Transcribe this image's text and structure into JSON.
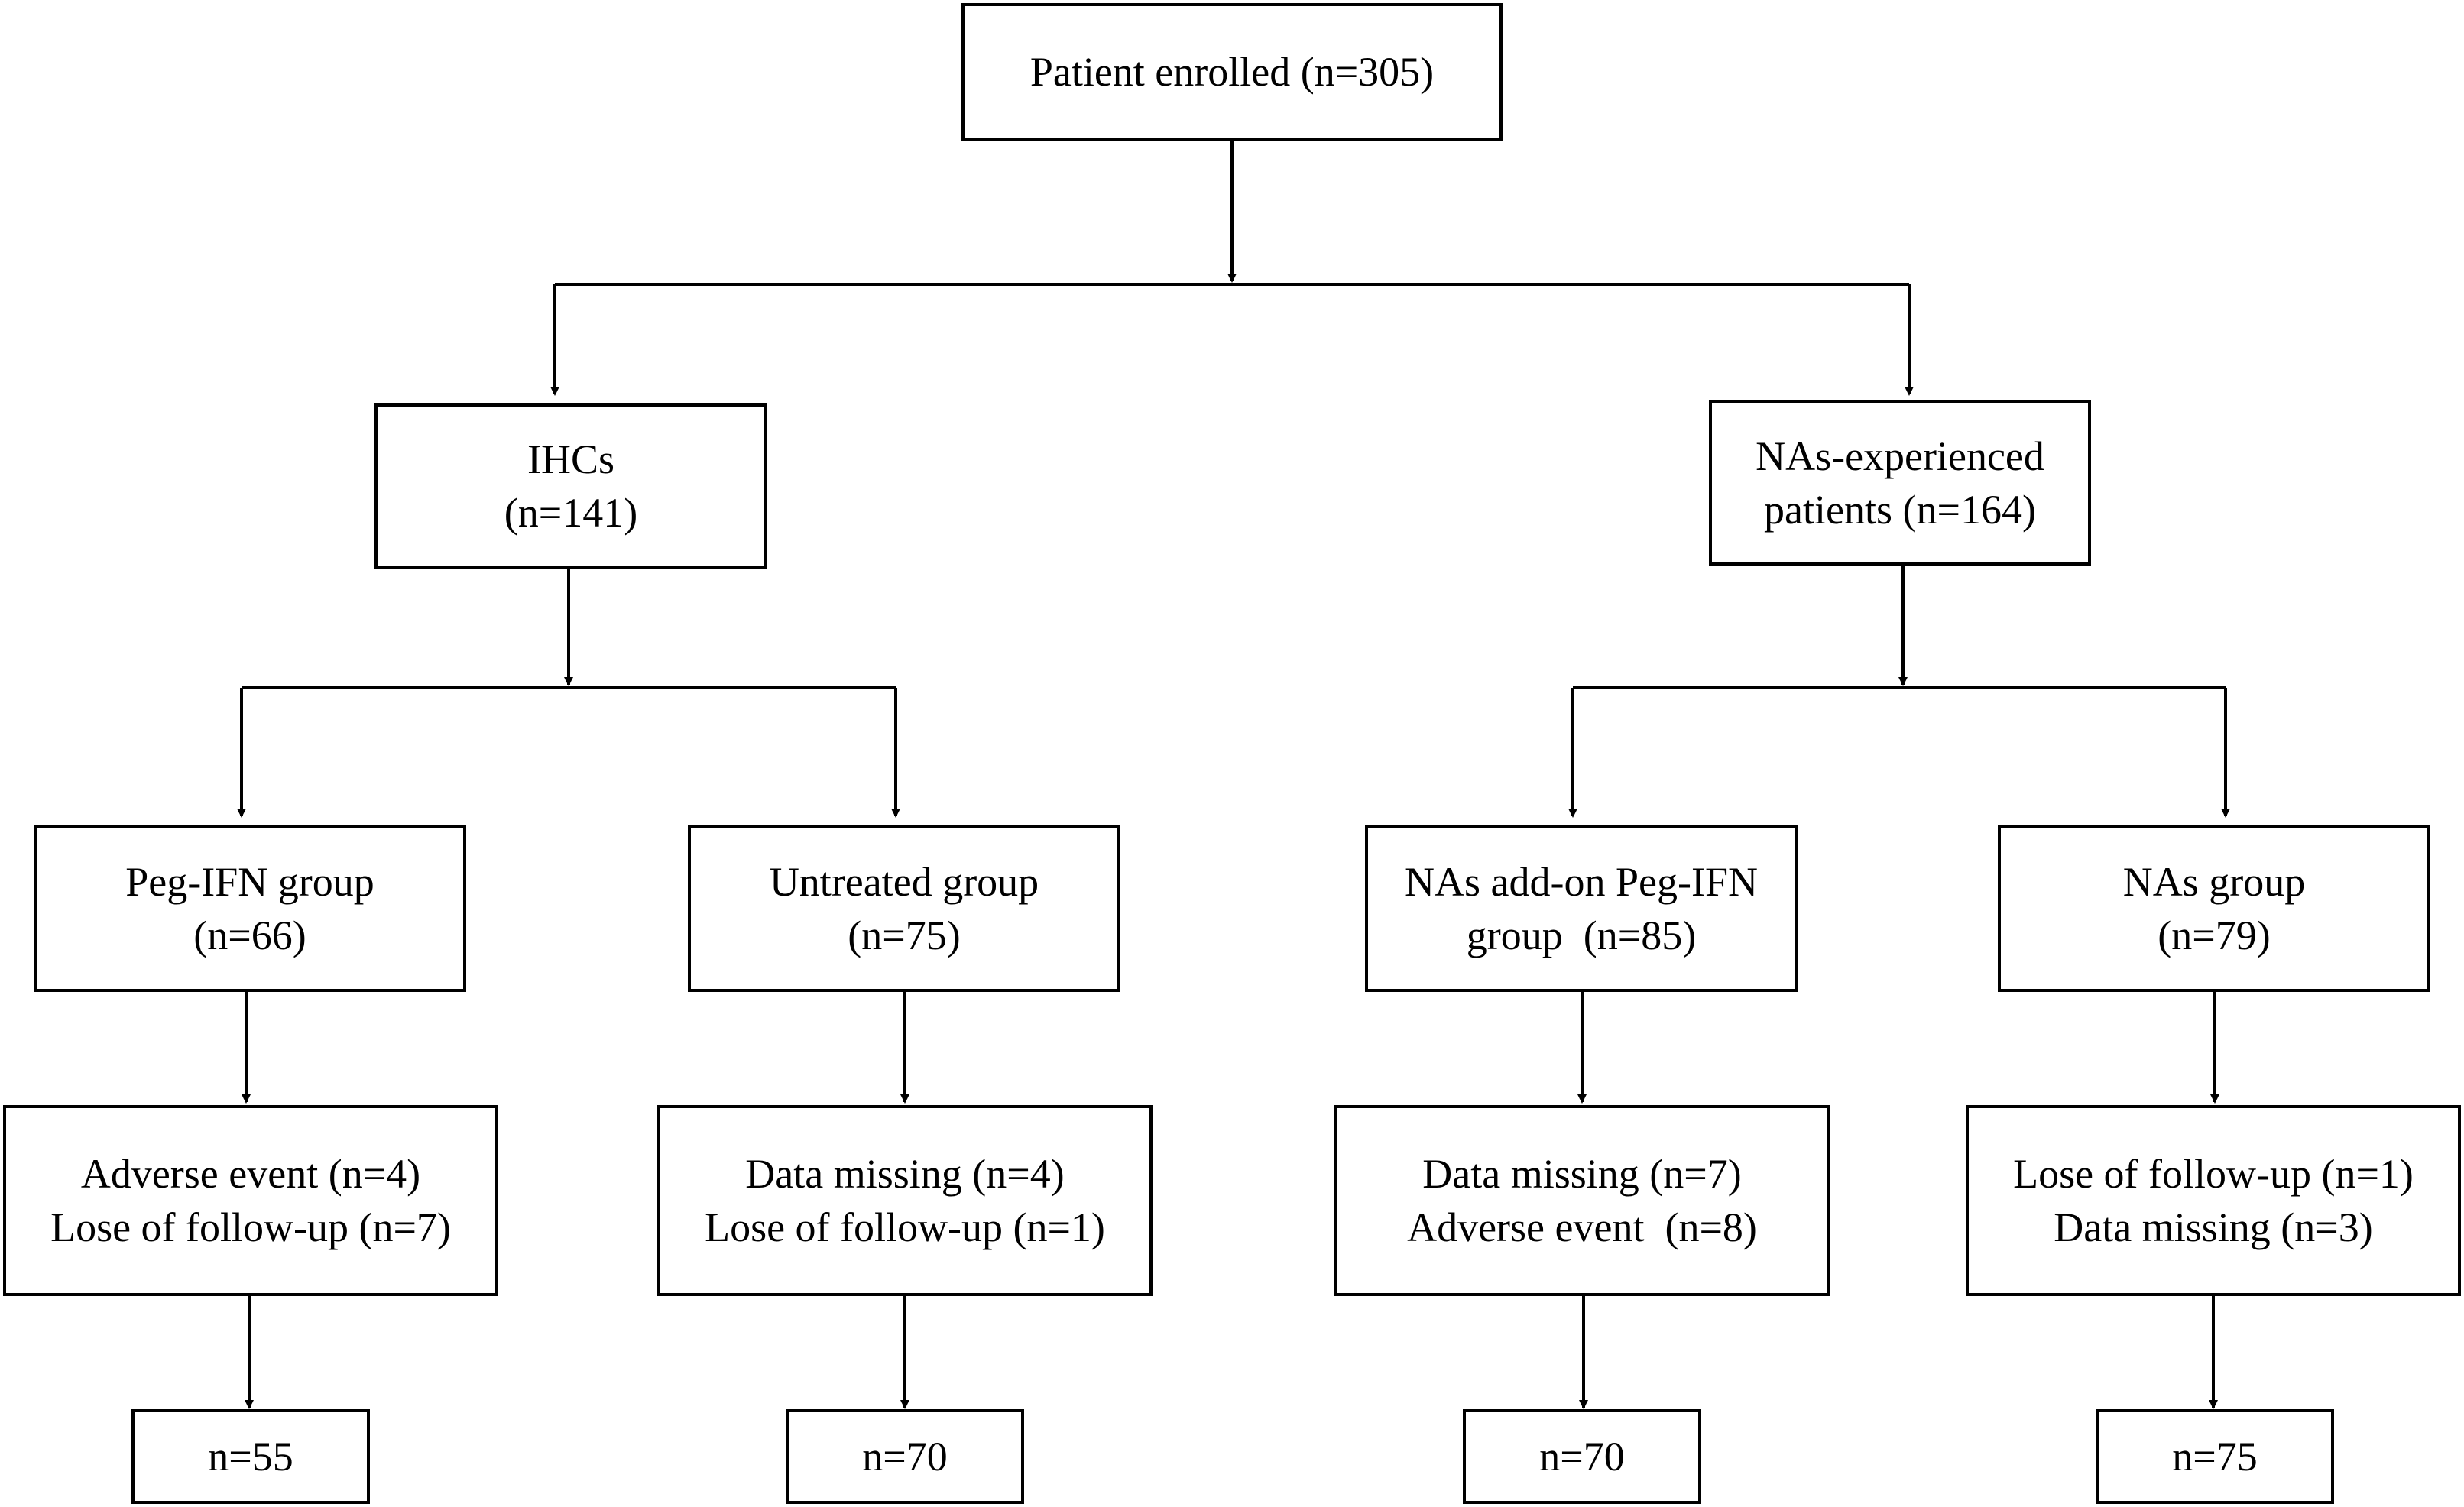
{
  "flowchart": {
    "root": {
      "lines": [
        "Patient enrolled (n=305)"
      ]
    },
    "ihcs": {
      "lines": [
        "IHCs",
        "(n=141)"
      ]
    },
    "nas_exp": {
      "lines": [
        "NAs-experienced",
        "patients (n=164)"
      ]
    },
    "peg_ifn": {
      "lines": [
        "Peg-IFN group",
        "(n=66)"
      ]
    },
    "untreated": {
      "lines": [
        "Untreated group",
        "(n=75)"
      ]
    },
    "nas_addon": {
      "lines": [
        "NAs add-on Peg-IFN",
        "group  (n=85)"
      ]
    },
    "nas_group": {
      "lines": [
        "NAs group",
        "(n=79)"
      ]
    },
    "excl_peg": {
      "lines": [
        "Adverse event (n=4)",
        "Lose of follow-up (n=7)"
      ]
    },
    "excl_untreated": {
      "lines": [
        "Data missing (n=4)",
        "Lose of follow-up (n=1)"
      ]
    },
    "excl_addon": {
      "lines": [
        "Data missing (n=7)",
        "Adverse event  (n=8)"
      ]
    },
    "excl_nas": {
      "lines": [
        "Lose of follow-up (n=1)",
        "Data missing (n=3)"
      ]
    },
    "final_peg": {
      "lines": [
        "n=55"
      ]
    },
    "final_untreated": {
      "lines": [
        "n=70"
      ]
    },
    "final_addon": {
      "lines": [
        "n=70"
      ]
    },
    "final_nas": {
      "lines": [
        "n=75"
      ]
    }
  }
}
